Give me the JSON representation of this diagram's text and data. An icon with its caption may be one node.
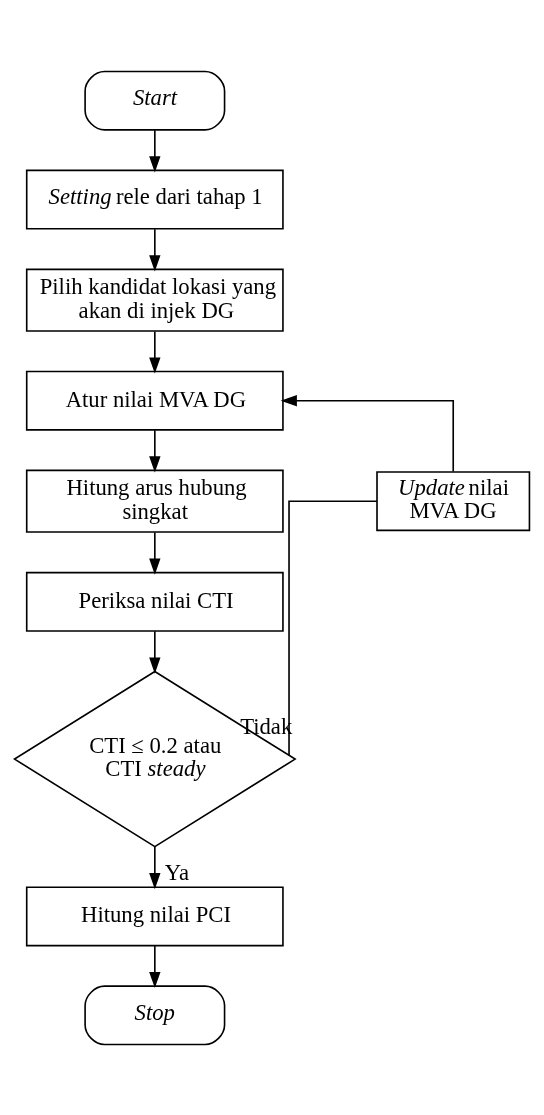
{
  "diagram": {
    "nodes": [
      {
        "text": [
          "Start"
        ]
      },
      {
        "text": [
          "*Setting* rele dari tahap 1"
        ]
      },
      {
        "text": [
          "Pilih kandidat lokasi yang akan di injek DG"
        ]
      },
      {
        "text": [
          "Atur nilai MVA DG"
        ]
      },
      {
        "text": [
          "Hitung arus hubung singkat"
        ]
      },
      {
        "text": [
          "Periksa nilai CTI"
        ]
      },
      {
        "text": [
          "CTI ≤ 0.2 atau CTI *steady*"
        ]
      },
      {
        "text": [
          "Hitung nilai PCI"
        ]
      },
      {
        "text": [
          "Stop"
        ]
      },
      {
        "text": [
          "*Update* nilai MVA DG"
        ]
      }
    ],
    "edges": [
      {
        "from": 0,
        "to": 1,
        "arrow": "to"
      },
      {
        "from": 1,
        "to": 2,
        "arrow": "to"
      },
      {
        "from": 2,
        "to": 3,
        "arrow": "to"
      },
      {
        "from": 3,
        "to": 4,
        "arrow": "to"
      },
      {
        "from": 4,
        "to": 5,
        "arrow": "to"
      },
      {
        "from": 5,
        "to": 6,
        "arrow": "to"
      },
      {
        "from": 6,
        "to": 7,
        "arrow": "to",
        "label": "Ya"
      },
      {
        "from": 7,
        "to": 8,
        "arrow": "to"
      },
      {
        "from": 6,
        "to": 9,
        "arrow": "none",
        "label": "Tidak"
      },
      {
        "from": 9,
        "to": 3,
        "arrow": "to"
      }
    ]
  }
}
